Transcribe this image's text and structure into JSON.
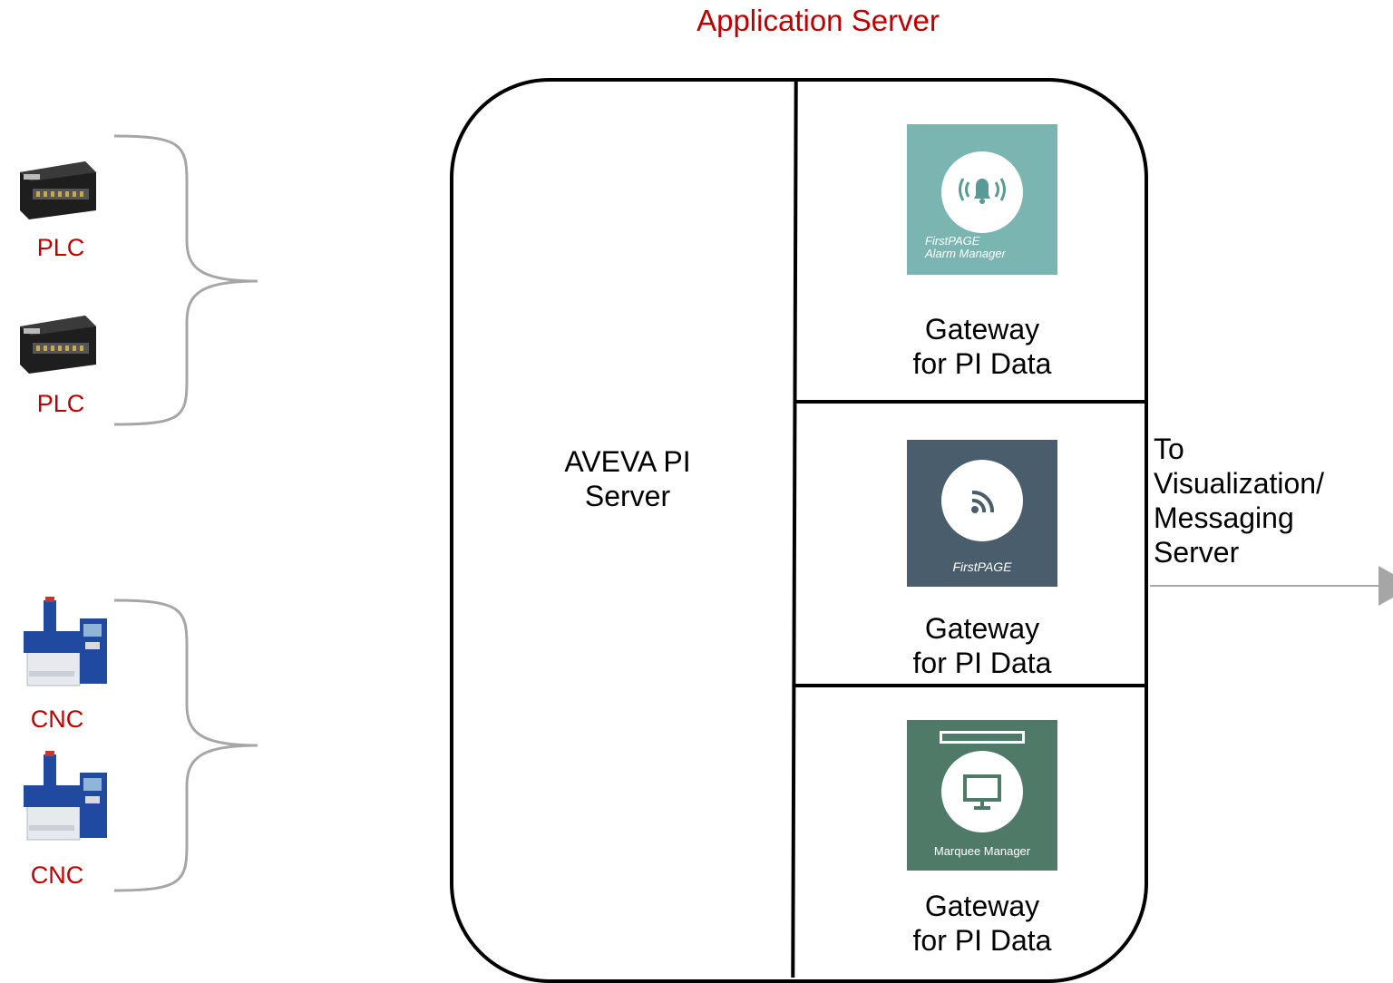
{
  "title": "Application Server",
  "devices": [
    {
      "label": "PLC",
      "icon": "plc-device-icon"
    },
    {
      "label": "PLC",
      "icon": "plc-device-icon"
    },
    {
      "label": "CNC",
      "icon": "cnc-machine-icon"
    },
    {
      "label": "CNC",
      "icon": "cnc-machine-icon"
    }
  ],
  "server": {
    "name": "AVEVA PI\nServer"
  },
  "gateways": [
    {
      "label": "Gateway\nfor PI Data",
      "app": "FirstPAGE\nAlarm Manager",
      "icon": "alarm-bell-icon",
      "color": "#7ab5b1"
    },
    {
      "label": "Gateway\nfor PI Data",
      "app": "FirstPAGE",
      "icon": "rss-feed-icon",
      "color": "#4a5d6c"
    },
    {
      "label": "Gateway\nfor PI Data",
      "app": "Marquee Manager",
      "icon": "monitor-icon",
      "color": "#4e7a67"
    }
  ],
  "output": {
    "label": "To\nVisualization/\nMessaging\nServer"
  },
  "colors": {
    "accent": "#c00000",
    "brace": "#a6a6a6"
  }
}
